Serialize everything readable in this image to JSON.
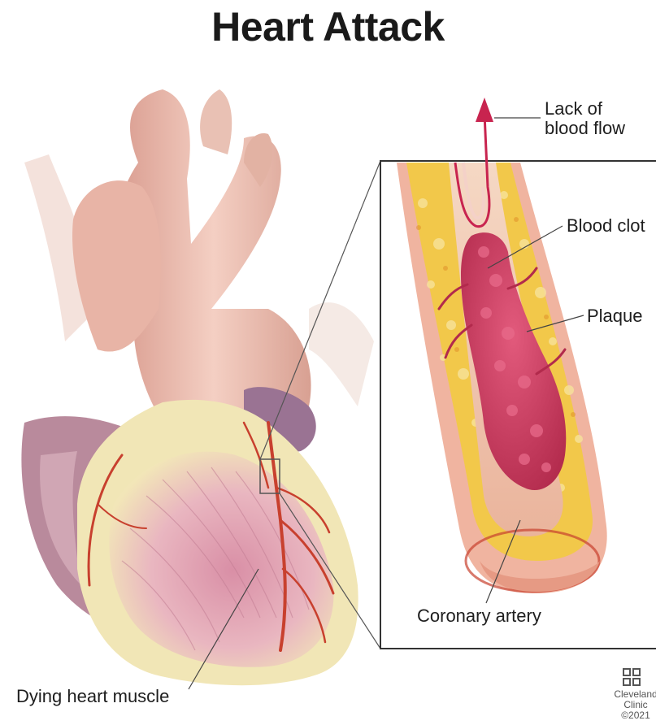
{
  "title": "Heart Attack",
  "labels": {
    "lack_of_blood_flow_line1": "Lack of",
    "lack_of_blood_flow_line2": "blood flow",
    "blood_clot": "Blood clot",
    "plaque": "Plaque",
    "coronary_artery": "Coronary artery",
    "dying_heart_muscle": "Dying heart muscle"
  },
  "logo": {
    "line1": "Cleveland",
    "line2": "Clinic",
    "line3": "©2021"
  },
  "colors": {
    "heart_tissue": "#e9b7a8",
    "dying_muscle": "#f1e7b4",
    "muscle_pink": "#e2a3b3",
    "vessel_red": "#c8402e",
    "plaque_yellow": "#f2c84a",
    "clot_red": "#c73a5c",
    "arrow_red": "#c8244f"
  }
}
